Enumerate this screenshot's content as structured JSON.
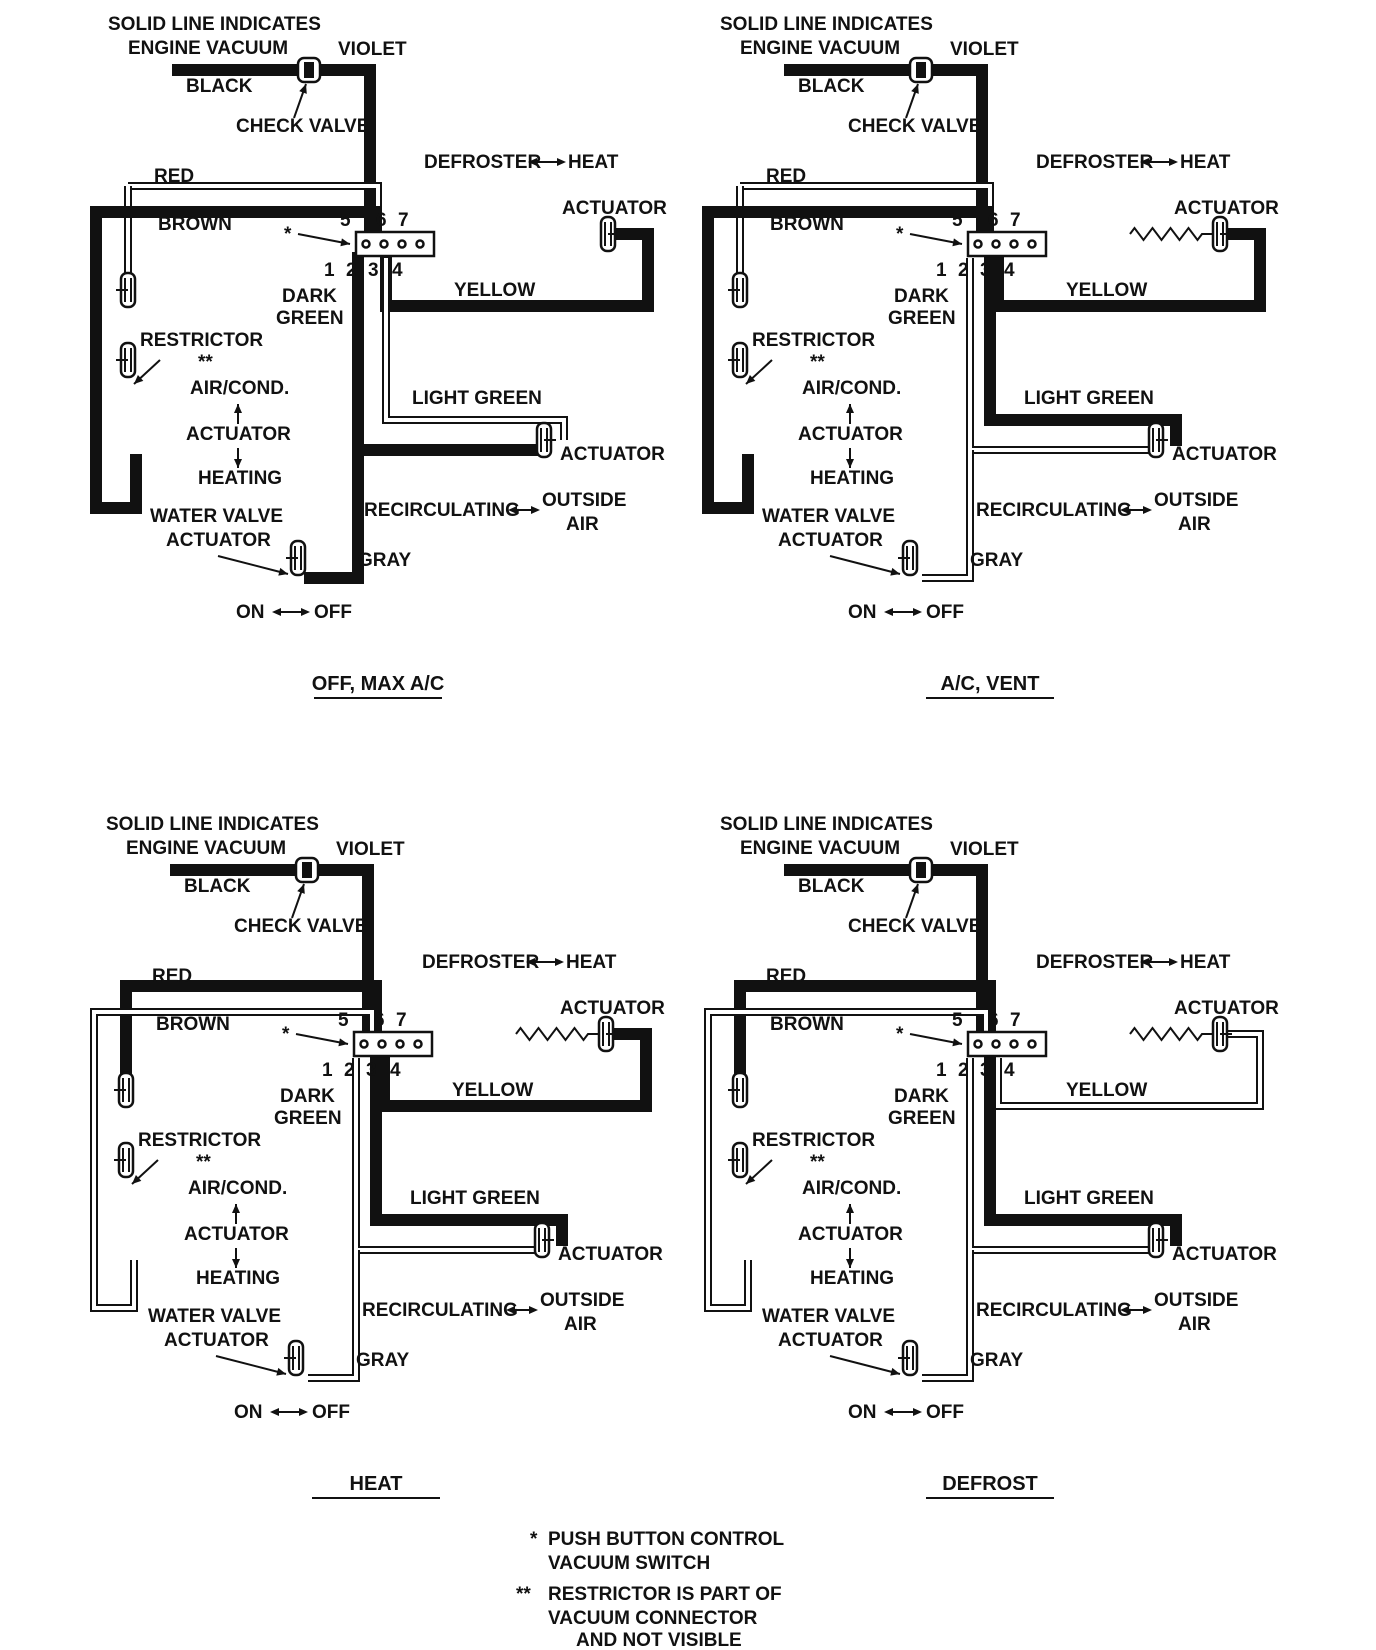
{
  "panels": [
    {
      "caption": "OFF, MAX A/C",
      "legend_line1": "SOLID LINE INDICATES",
      "legend_line2": "ENGINE VACUUM",
      "violet": "VIOLET",
      "black": "BLACK",
      "check_valve": "CHECK VALVE",
      "defroster_heat_left": "DEFROSTER",
      "defroster_heat_right": "HEAT",
      "red": "RED",
      "brown": "BROWN",
      "switch_marker": "*",
      "port_5": "5",
      "port_6": "6",
      "port_7": "7",
      "port_1": "1",
      "port_2": "2",
      "port_3": "3",
      "port_4": "4",
      "actuator_top": "ACTUATOR",
      "yellow": "YELLOW",
      "dark_green_1": "DARK",
      "dark_green_2": "GREEN",
      "restrictor": "RESTRICTOR",
      "restrictor_marker": "**",
      "air_cond": "AIR/COND.",
      "actuator_mid": "ACTUATOR",
      "heating": "HEATING",
      "light_green": "LIGHT GREEN",
      "actuator_right": "ACTUATOR",
      "water_valve_1": "WATER VALVE",
      "water_valve_2": "ACTUATOR",
      "recirc": "RECIRCULATING",
      "outside_1": "OUTSIDE",
      "outside_2": "AIR",
      "gray": "GRAY",
      "on": "ON",
      "off": "OFF"
    },
    {
      "caption": "A/C, VENT",
      "legend_line1": "SOLID LINE INDICATES",
      "legend_line2": "ENGINE VACUUM",
      "violet": "VIOLET",
      "black": "BLACK",
      "check_valve": "CHECK VALVE",
      "defroster_heat_left": "DEFROSTER",
      "defroster_heat_right": "HEAT",
      "red": "RED",
      "brown": "BROWN",
      "switch_marker": "*",
      "port_5": "5",
      "port_6": "6",
      "port_7": "7",
      "port_1": "1",
      "port_2": "2",
      "port_3": "3",
      "port_4": "4",
      "actuator_top": "ACTUATOR",
      "yellow": "YELLOW",
      "dark_green_1": "DARK",
      "dark_green_2": "GREEN",
      "restrictor": "RESTRICTOR",
      "restrictor_marker": "**",
      "air_cond": "AIR/COND.",
      "actuator_mid": "ACTUATOR",
      "heating": "HEATING",
      "light_green": "LIGHT GREEN",
      "actuator_right": "ACTUATOR",
      "water_valve_1": "WATER VALVE",
      "water_valve_2": "ACTUATOR",
      "recirc": "RECIRCULATING",
      "outside_1": "OUTSIDE",
      "outside_2": "AIR",
      "gray": "GRAY",
      "on": "ON",
      "off": "OFF"
    },
    {
      "caption": "HEAT",
      "legend_line1": "SOLID LINE INDICATES",
      "legend_line2": "ENGINE VACUUM",
      "violet": "VIOLET",
      "black": "BLACK",
      "check_valve": "CHECK VALVE",
      "defroster_heat_left": "DEFROSTER",
      "defroster_heat_right": "HEAT",
      "red": "RED",
      "brown": "BROWN",
      "switch_marker": "*",
      "port_5": "5",
      "port_6": "6",
      "port_7": "7",
      "port_1": "1",
      "port_2": "2",
      "port_3": "3",
      "port_4": "4",
      "actuator_top": "ACTUATOR",
      "yellow": "YELLOW",
      "dark_green_1": "DARK",
      "dark_green_2": "GREEN",
      "restrictor": "RESTRICTOR",
      "restrictor_marker": "**",
      "air_cond": "AIR/COND.",
      "actuator_mid": "ACTUATOR",
      "heating": "HEATING",
      "light_green": "LIGHT GREEN",
      "actuator_right": "ACTUATOR",
      "water_valve_1": "WATER VALVE",
      "water_valve_2": "ACTUATOR",
      "recirc": "RECIRCULATING",
      "outside_1": "OUTSIDE",
      "outside_2": "AIR",
      "gray": "GRAY",
      "on": "ON",
      "off": "OFF"
    },
    {
      "caption": "DEFROST",
      "legend_line1": "SOLID LINE INDICATES",
      "legend_line2": "ENGINE VACUUM",
      "violet": "VIOLET",
      "black": "BLACK",
      "check_valve": "CHECK VALVE",
      "defroster_heat_left": "DEFROSTER",
      "defroster_heat_right": "HEAT",
      "red": "RED",
      "brown": "BROWN",
      "switch_marker": "*",
      "port_5": "5",
      "port_6": "6",
      "port_7": "7",
      "port_1": "1",
      "port_2": "2",
      "port_3": "3",
      "port_4": "4",
      "actuator_top": "ACTUATOR",
      "yellow": "YELLOW",
      "dark_green_1": "DARK",
      "dark_green_2": "GREEN",
      "restrictor": "RESTRICTOR",
      "restrictor_marker": "**",
      "air_cond": "AIR/COND.",
      "actuator_mid": "ACTUATOR",
      "heating": "HEATING",
      "light_green": "LIGHT GREEN",
      "actuator_right": "ACTUATOR",
      "water_valve_1": "WATER VALVE",
      "water_valve_2": "ACTUATOR",
      "recirc": "RECIRCULATING",
      "outside_1": "OUTSIDE",
      "outside_2": "AIR",
      "gray": "GRAY",
      "on": "ON",
      "off": "OFF"
    }
  ],
  "footnotes": {
    "note1_marker": "*",
    "note1_line1": "PUSH BUTTON CONTROL",
    "note1_line2": "VACUUM SWITCH",
    "note2_marker": "**",
    "note2_line1": "RESTRICTOR IS PART OF",
    "note2_line2": "VACUUM CONNECTOR",
    "note2_line3": "AND NOT VISIBLE"
  },
  "colors": {
    "ink": "#111111",
    "paper": "#ffffff"
  }
}
